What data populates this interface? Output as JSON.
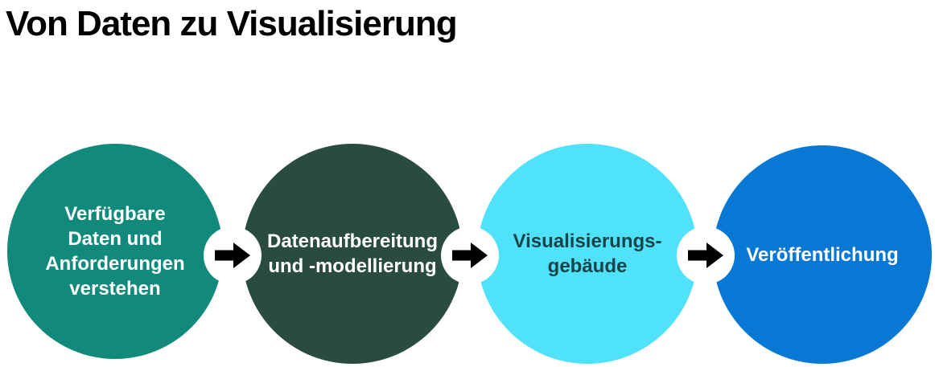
{
  "page": {
    "title": "Von Daten zu Visualisierung",
    "title_color": "#000000",
    "background_color": "#FFFFFF"
  },
  "diagram": {
    "type": "process-flow",
    "steps": [
      {
        "label": "Verfügbare Daten und Anforderungen verstehen",
        "lines": [
          "Verfügbare",
          "Daten und",
          "Anforderungen",
          "verstehen"
        ],
        "circle_color": "#118A7B",
        "text_color": "#FFFFFF"
      },
      {
        "label": "Datenaufbereitung und -modellierung",
        "lines": [
          "Datenaufbereitung",
          "und -modellierung"
        ],
        "circle_color": "#2A4B42",
        "text_color": "#FFFFFF"
      },
      {
        "label": "Visualisierungsgebäude",
        "lines": [
          "Visualisierungs-",
          "gebäude"
        ],
        "circle_color": "#50E2FA",
        "text_color": "#17434A"
      },
      {
        "label": "Veröffentlichung",
        "lines": [
          "Veröffentlichung"
        ],
        "circle_color": "#0778D4",
        "text_color": "#FFFFFF"
      }
    ],
    "connectors": {
      "icon": "right-arrow-icon",
      "arrow_color": "#000000",
      "circle_color": "#FFFFFF"
    }
  }
}
